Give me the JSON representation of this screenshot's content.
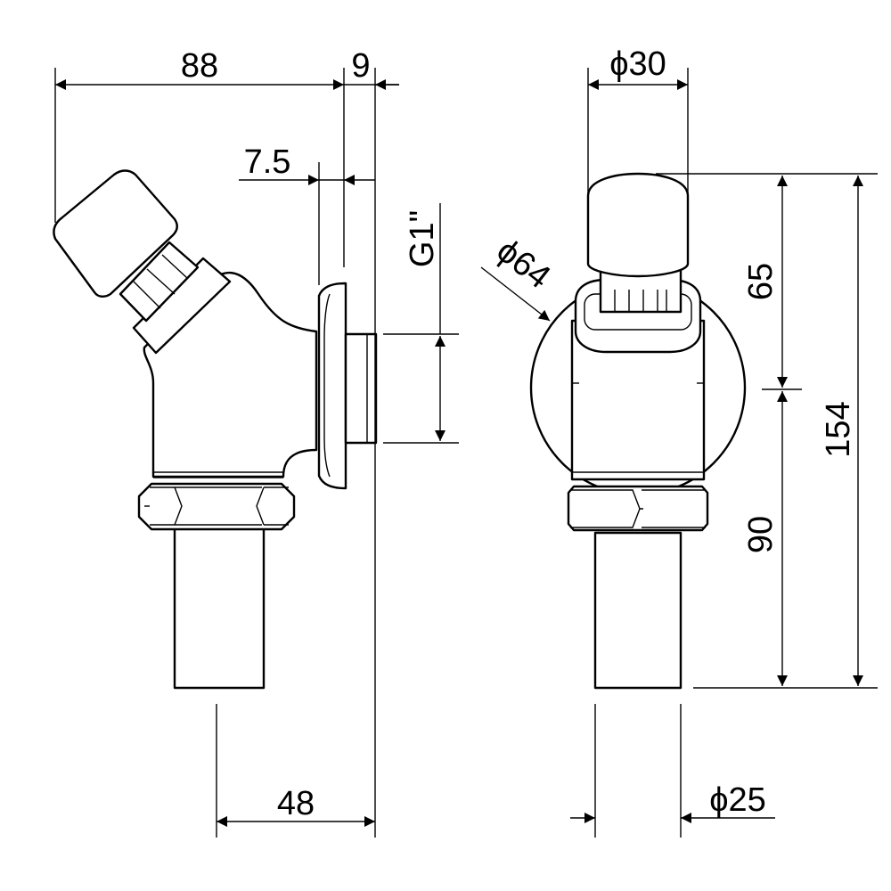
{
  "dimensions": {
    "width_88": "88",
    "wall_9": "9",
    "offset_7_5": "7.5",
    "thread_g1": "G1\"",
    "flange_dia_64": "ϕ64",
    "button_dia_30": "ϕ30",
    "height_65": "65",
    "height_154": "154",
    "height_90": "90",
    "depth_48": "48",
    "tube_dia_25": "ϕ25"
  }
}
